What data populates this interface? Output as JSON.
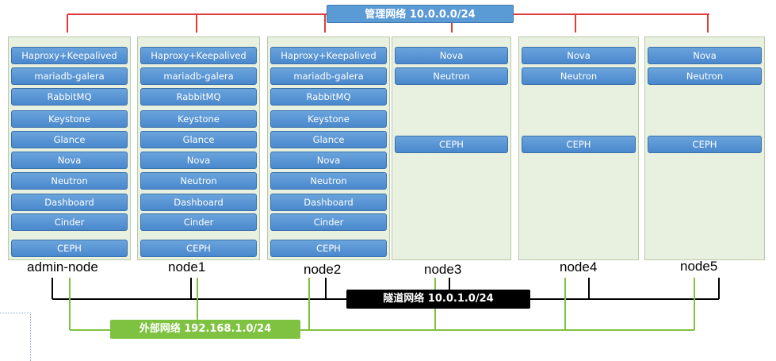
{
  "networks": {
    "management": "管理网络 10.0.0.0/24",
    "tunnel": "隧道网络 10.0.1.0/24",
    "external": "外部网络 192.168.1.0/24"
  },
  "nodes": [
    {
      "name": "admin-node",
      "services": [
        "Haproxy+Keepalived",
        "mariadb-galera",
        "RabbitMQ",
        "Keystone",
        "Glance",
        "Nova",
        "Neutron",
        "Dashboard",
        "Cinder",
        "CEPH"
      ]
    },
    {
      "name": "node1",
      "services": [
        "Haproxy+Keepalived",
        "mariadb-galera",
        "RabbitMQ",
        "Keystone",
        "Glance",
        "Nova",
        "Neutron",
        "Dashboard",
        "Cinder",
        "CEPH"
      ]
    },
    {
      "name": "node2",
      "services": [
        "Haproxy+Keepalived",
        "mariadb-galera",
        "RabbitMQ",
        "Keystone",
        "Glance",
        "Nova",
        "Neutron",
        "Dashboard",
        "Cinder",
        "CEPH"
      ]
    },
    {
      "name": "node3",
      "services": [
        "Nova",
        "Neutron",
        "CEPH"
      ]
    },
    {
      "name": "node4",
      "services": [
        "Nova",
        "Neutron",
        "CEPH"
      ]
    },
    {
      "name": "node5",
      "services": [
        "Nova",
        "Neutron",
        "CEPH"
      ]
    }
  ],
  "colors": {
    "management_line": "#e03b3b",
    "tunnel_line": "#000000",
    "external_line": "#7fc241",
    "service_box": "#4a88cd",
    "node_bg": "#e8f0df"
  }
}
